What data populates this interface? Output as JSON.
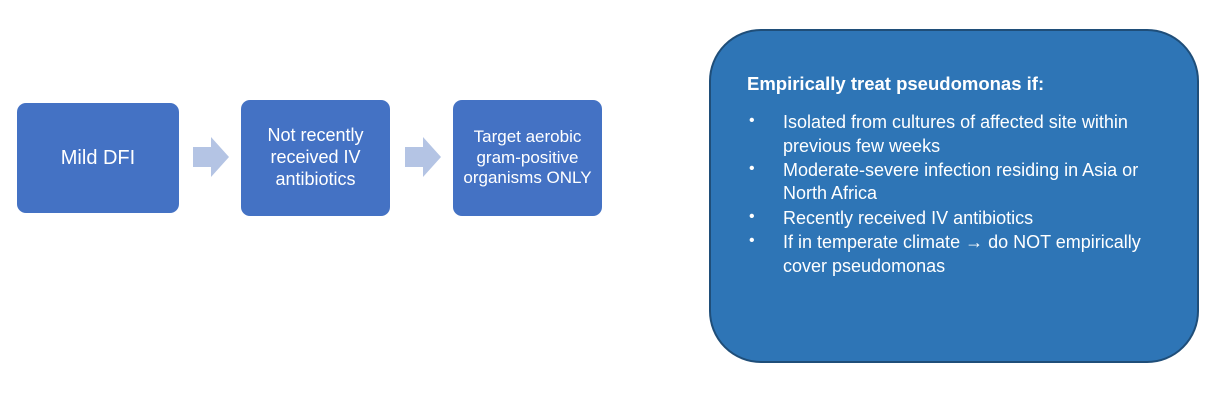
{
  "flow": {
    "steps": [
      {
        "label": "Mild DFI"
      },
      {
        "label": "Not recently received IV antibiotics"
      },
      {
        "label": "Target aerobic gram-positive organisms ONLY"
      }
    ]
  },
  "panel": {
    "title": "Empirically treat pseudomonas if:",
    "bullet_char": "•",
    "items": [
      "Isolated from cultures of affected site within previous few weeks",
      "Moderate-severe infection residing in Asia or North Africa",
      "Recently received IV antibiotics",
      "If in temperate climate → do NOT empirically cover pseudomonas"
    ]
  },
  "colors": {
    "step_box": "#4472C4",
    "arrow": "#B4C4E4",
    "panel_fill": "#2E75B6",
    "panel_border": "#1F4E79",
    "text": "#FFFFFF"
  }
}
